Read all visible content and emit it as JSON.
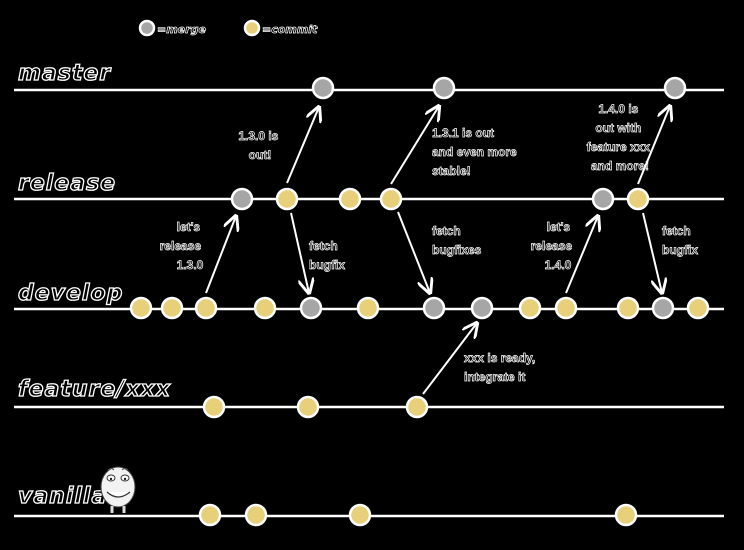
{
  "legend": {
    "merge_label": "=merge",
    "commit_label": "=commit"
  },
  "branches": {
    "master": "master",
    "release": "release",
    "develop": "develop",
    "feature": "feature/xxx",
    "vanilla": "vanilla"
  },
  "notes": {
    "release_130": [
      "1.3.0 is",
      "out!"
    ],
    "release_131": [
      "1.3.1 is out",
      "and even more",
      "stable!"
    ],
    "release_140": [
      "1.4.0 is",
      "out with",
      "feature xxx",
      "and more!"
    ],
    "lets_release_130": [
      "let's",
      "release",
      "1.3.0"
    ],
    "fetch_bugfix_1": [
      "fetch",
      "bugfix"
    ],
    "fetch_bugfixes": [
      "fetch",
      "bugfixes"
    ],
    "lets_release_140": [
      "let's",
      "release",
      "1.4.0"
    ],
    "fetch_bugfix_2": [
      "fetch",
      "bugfix"
    ],
    "xxx_ready": [
      "xxx is ready,",
      "integrate it"
    ]
  },
  "colors": {
    "background": "#000000",
    "line": "#ffffff",
    "merge": "#a6a6a6",
    "commit": "#e8d07a"
  }
}
